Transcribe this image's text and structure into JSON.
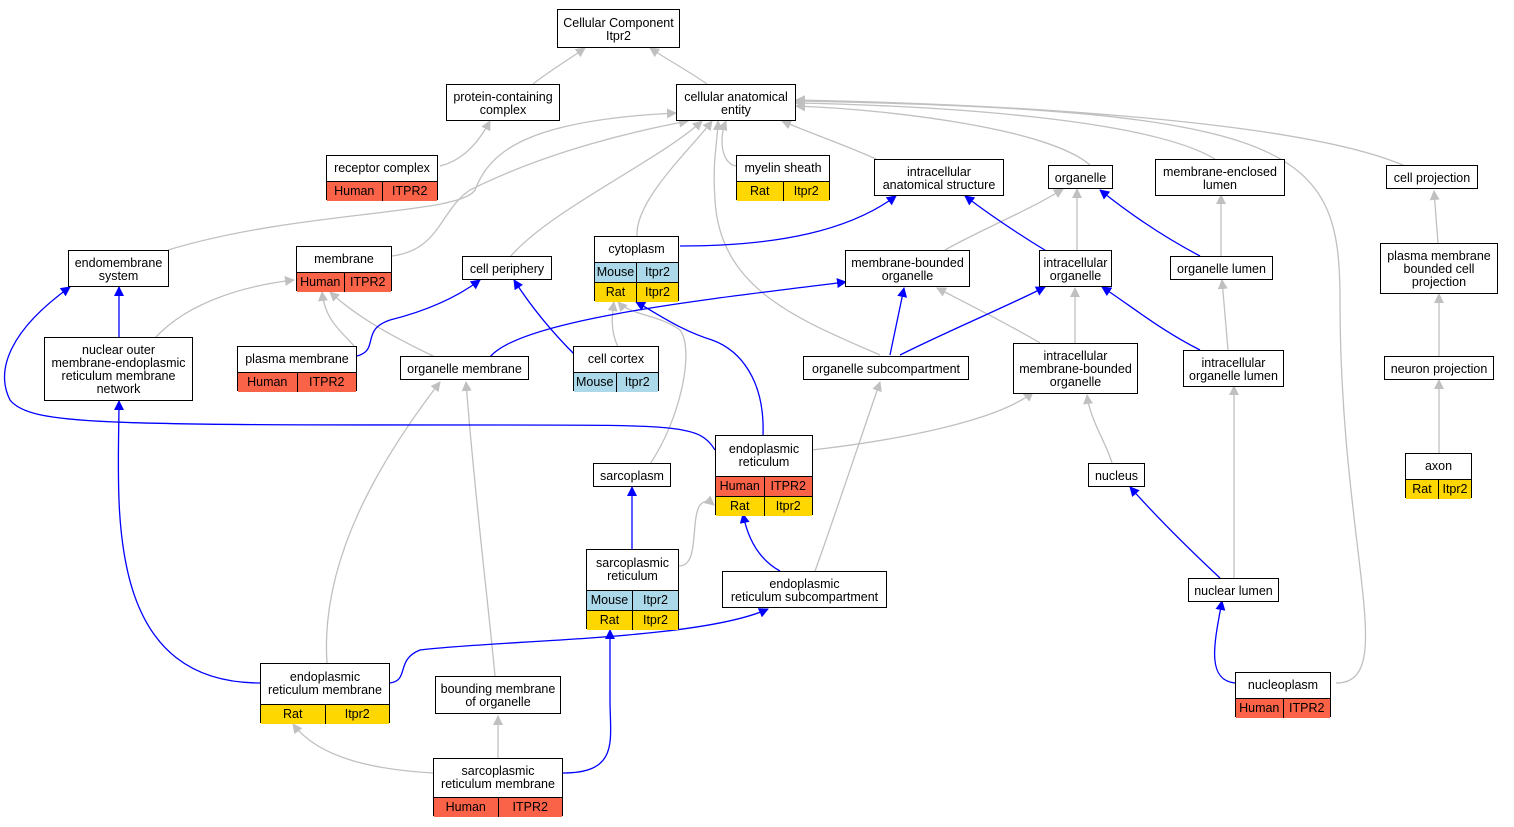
{
  "colors": {
    "human": "#fb6348",
    "rat": "#ffd700",
    "mouse": "#abd9e9",
    "is_a_edge": "#c0c0c0",
    "part_of_edge": "#0000ff"
  },
  "nodes": {
    "root": {
      "title": "Cellular Component\nItpr2",
      "rows": []
    },
    "protein_complex": {
      "title": "protein-containing\ncomplex",
      "rows": []
    },
    "cae": {
      "title": "cellular anatomical\nentity",
      "rows": []
    },
    "receptor_complex": {
      "title": "receptor complex",
      "rows": [
        [
          {
            "s": "human",
            "t": "Human"
          },
          {
            "s": "human",
            "t": "ITPR2"
          }
        ]
      ]
    },
    "myelin_sheath": {
      "title": "myelin sheath",
      "rows": [
        [
          {
            "s": "rat",
            "t": "Rat"
          },
          {
            "s": "rat",
            "t": "Itpr2"
          }
        ]
      ]
    },
    "ias": {
      "title": "intracellular\nanatomical structure",
      "rows": []
    },
    "organelle": {
      "title": "organelle",
      "rows": []
    },
    "mel": {
      "title": "membrane-enclosed\nlumen",
      "rows": []
    },
    "cell_projection": {
      "title": "cell projection",
      "rows": []
    },
    "endomembrane": {
      "title": "endomembrane\nsystem",
      "rows": []
    },
    "membrane": {
      "title": "membrane",
      "rows": [
        [
          {
            "s": "human",
            "t": "Human"
          },
          {
            "s": "human",
            "t": "ITPR2"
          }
        ]
      ]
    },
    "cell_periphery": {
      "title": "cell periphery",
      "rows": []
    },
    "cytoplasm": {
      "title": "cytoplasm",
      "rows": [
        [
          {
            "s": "mouse",
            "t": "Mouse"
          },
          {
            "s": "mouse",
            "t": "Itpr2"
          }
        ],
        [
          {
            "s": "rat",
            "t": "Rat"
          },
          {
            "s": "rat",
            "t": "Itpr2"
          }
        ]
      ]
    },
    "mbo": {
      "title": "membrane-bounded\norganelle",
      "rows": []
    },
    "io": {
      "title": "intracellular\norganelle",
      "rows": []
    },
    "organelle_lumen": {
      "title": "organelle lumen",
      "rows": []
    },
    "pmbcp": {
      "title": "plasma membrane\nbounded cell\nprojection",
      "rows": []
    },
    "nuclear_outer": {
      "title": "nuclear outer\nmembrane-endoplasmic\nreticulum membrane\nnetwork",
      "rows": []
    },
    "plasma_membrane": {
      "title": "plasma membrane",
      "rows": [
        [
          {
            "s": "human",
            "t": "Human"
          },
          {
            "s": "human",
            "t": "ITPR2"
          }
        ]
      ]
    },
    "organelle_membrane": {
      "title": "organelle membrane",
      "rows": []
    },
    "cell_cortex": {
      "title": "cell cortex",
      "rows": [
        [
          {
            "s": "mouse",
            "t": "Mouse"
          },
          {
            "s": "mouse",
            "t": "Itpr2"
          }
        ]
      ]
    },
    "organelle_subcomp": {
      "title": "organelle subcompartment",
      "rows": []
    },
    "imbo": {
      "title": "intracellular\nmembrane-bounded\norganelle",
      "rows": []
    },
    "iol": {
      "title": "intracellular\norganelle lumen",
      "rows": []
    },
    "neuron_projection": {
      "title": "neuron projection",
      "rows": []
    },
    "er": {
      "title": "endoplasmic\nreticulum",
      "rows": [
        [
          {
            "s": "human",
            "t": "Human"
          },
          {
            "s": "human",
            "t": "ITPR2"
          }
        ],
        [
          {
            "s": "rat",
            "t": "Rat"
          },
          {
            "s": "rat",
            "t": "Itpr2"
          }
        ]
      ]
    },
    "sarcoplasm": {
      "title": "sarcoplasm",
      "rows": []
    },
    "nucleus": {
      "title": "nucleus",
      "rows": []
    },
    "axon": {
      "title": "axon",
      "rows": [
        [
          {
            "s": "rat",
            "t": "Rat"
          },
          {
            "s": "rat",
            "t": "Itpr2"
          }
        ]
      ]
    },
    "sr": {
      "title": "sarcoplasmic\nreticulum",
      "rows": [
        [
          {
            "s": "mouse",
            "t": "Mouse"
          },
          {
            "s": "mouse",
            "t": "Itpr2"
          }
        ],
        [
          {
            "s": "rat",
            "t": "Rat"
          },
          {
            "s": "rat",
            "t": "Itpr2"
          }
        ]
      ]
    },
    "er_subcomp": {
      "title": "endoplasmic\nreticulum subcompartment",
      "rows": []
    },
    "nuclear_lumen": {
      "title": "nuclear lumen",
      "rows": []
    },
    "er_membrane": {
      "title": "endoplasmic\nreticulum membrane",
      "rows": [
        [
          {
            "s": "rat",
            "t": "Rat"
          },
          {
            "s": "rat",
            "t": "Itpr2"
          }
        ]
      ]
    },
    "bounding_membrane": {
      "title": "bounding membrane\nof organelle",
      "rows": []
    },
    "nucleoplasm": {
      "title": "nucleoplasm",
      "rows": [
        [
          {
            "s": "human",
            "t": "Human"
          },
          {
            "s": "human",
            "t": "ITPR2"
          }
        ]
      ]
    },
    "sr_membrane": {
      "title": "sarcoplasmic\nreticulum membrane",
      "rows": [
        [
          {
            "s": "human",
            "t": "Human"
          },
          {
            "s": "human",
            "t": "ITPR2"
          }
        ]
      ]
    }
  }
}
